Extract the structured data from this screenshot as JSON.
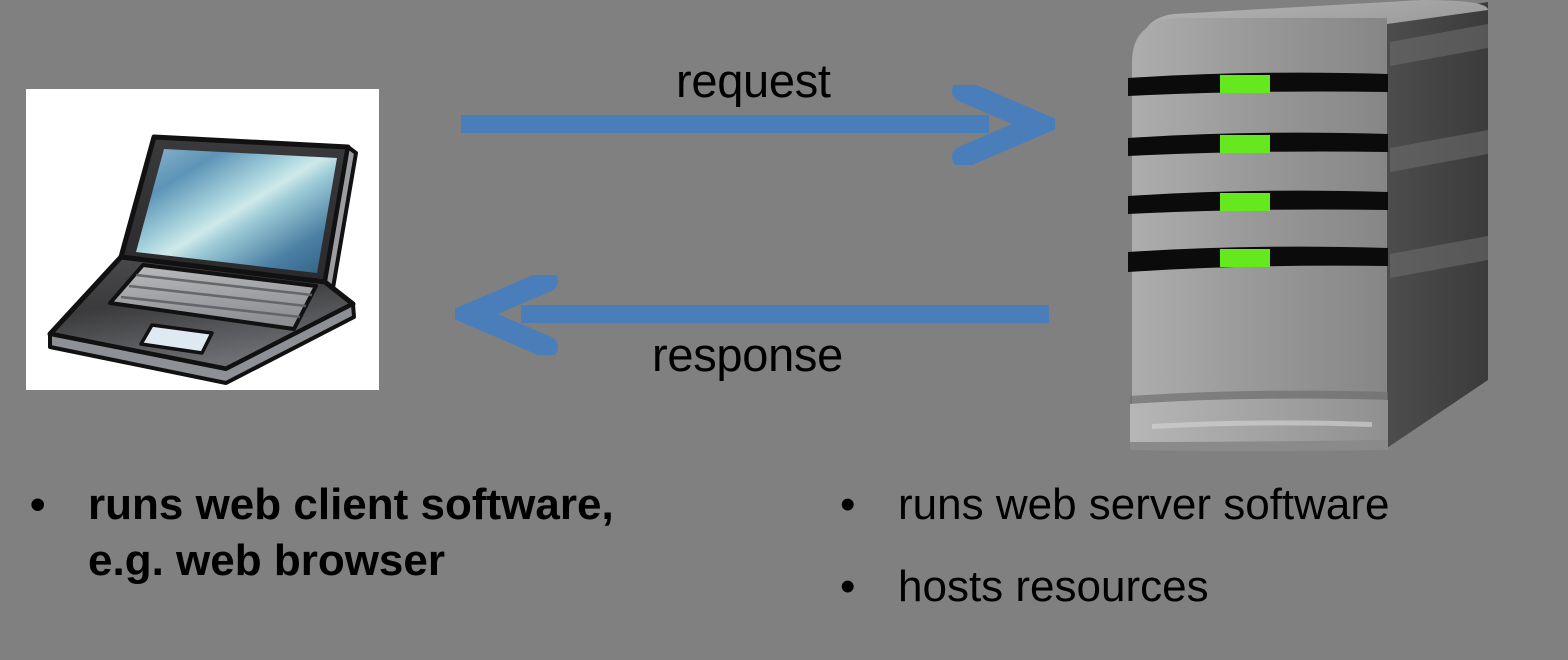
{
  "diagram": {
    "title": "web client and web server request/response",
    "background_color": "#808080",
    "arrow_color": "#4a7ebb",
    "text_color": "#000000"
  },
  "client": {
    "icon_name": "laptop-computer-illustration",
    "image_background": "#ffffff",
    "bullets": [
      {
        "marker": "•",
        "text": "runs web client software,"
      },
      {
        "marker": "",
        "text": "e.g. web browser"
      }
    ]
  },
  "server": {
    "icon_name": "server-tower-illustration",
    "led_color": "#66e81e",
    "bullets": [
      {
        "marker": "•",
        "text": "runs web server software"
      },
      {
        "marker": "•",
        "text": "hosts resources"
      }
    ]
  },
  "flows": [
    {
      "name": "request",
      "label": "request",
      "direction": "right"
    },
    {
      "name": "response",
      "label": "response",
      "direction": "left"
    }
  ]
}
